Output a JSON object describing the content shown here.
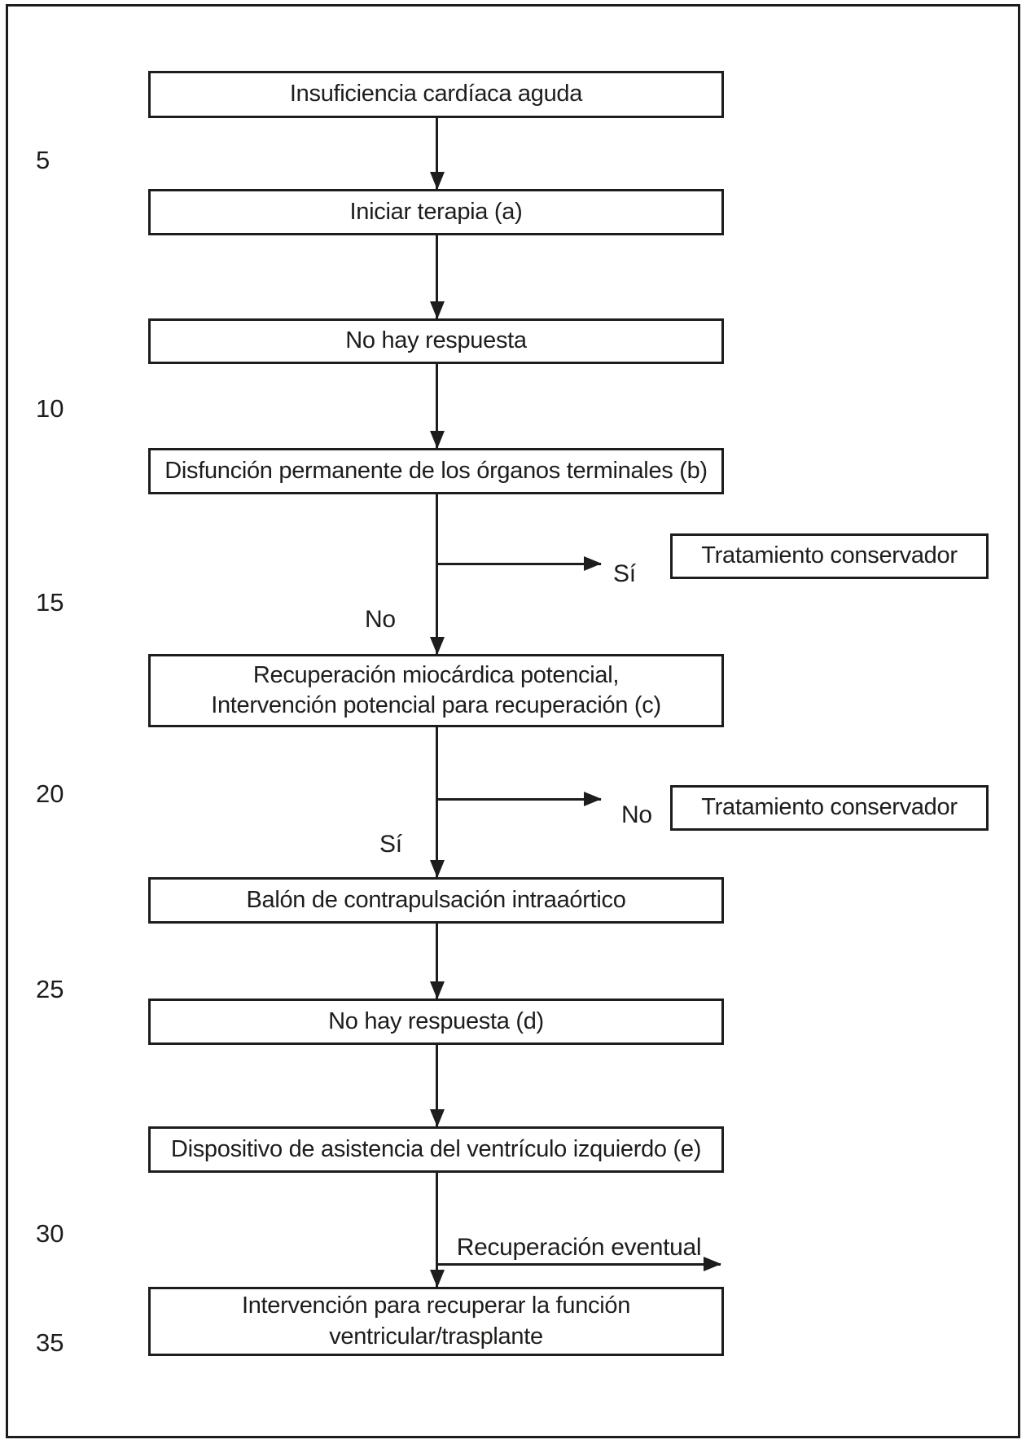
{
  "diagram": {
    "type": "flowchart",
    "line_color": "#1d1d1b",
    "background_color": "#ffffff",
    "line_numbers": [
      "5",
      "10",
      "15",
      "20",
      "25",
      "30",
      "35"
    ],
    "boxes": [
      {
        "label": "Insuficiencia cardíaca aguda"
      },
      {
        "label": "Iniciar terapia (a)"
      },
      {
        "label": "No hay respuesta"
      },
      {
        "label": "Disfunción permanente de los órganos terminales (b)"
      },
      {
        "label": "Recuperación miocárdica potencial,\nIntervención potencial para recuperación (c)"
      },
      {
        "label": "Balón de contrapulsación intraaórtico"
      },
      {
        "label": "No hay respuesta (d)"
      },
      {
        "label": "Dispositivo de asistencia del ventrículo izquierdo (e)"
      },
      {
        "label": "Intervención para recuperar la función\nventricular/trasplante"
      }
    ],
    "side_boxes": [
      {
        "label": "Tratamiento conservador"
      },
      {
        "label": "Tratamiento conservador"
      }
    ],
    "edge_labels": {
      "branch1_yes": "Sí",
      "branch1_no": "No",
      "branch2_no": "No",
      "branch2_yes": "Sí",
      "eventual_recovery": "Recuperación eventual"
    }
  }
}
